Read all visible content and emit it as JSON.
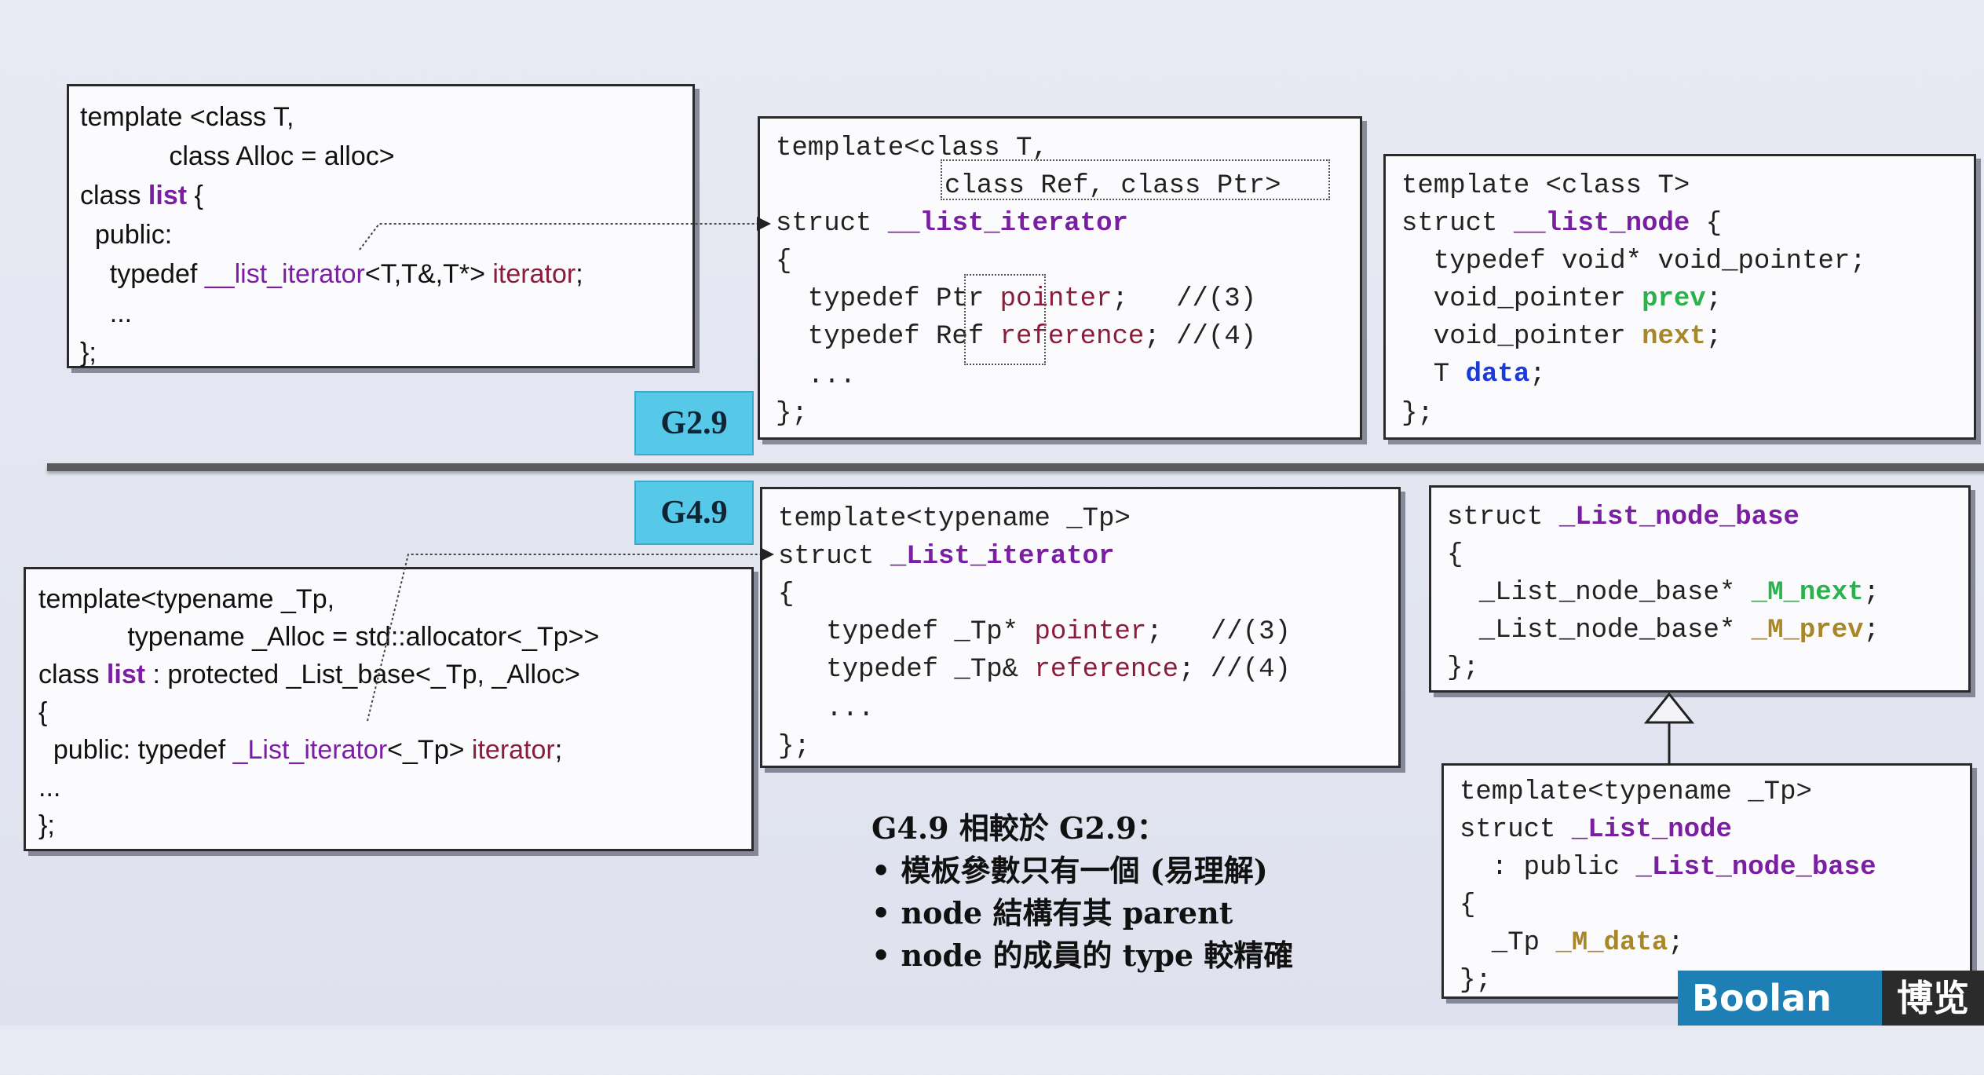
{
  "tags": {
    "g29": "G2.9",
    "g49": "G4.9"
  },
  "g29_list": [
    "template <class T,",
    "            class Alloc = alloc>",
    "class ",
    "list",
    " {",
    "  public:",
    "    typedef ",
    "__list_iterator",
    "<T,T&,T*> ",
    "iterator",
    ";",
    "    ...",
    "};"
  ],
  "g29_iter": {
    "l1": "template<class T,",
    "l2": "class Ref, class Ptr>",
    "l3a": "struct ",
    "l3b": "__list_iterator",
    "l4": "{",
    "l5a": "  typedef Ptr ",
    "l5b": "pointer",
    "l5c": ";   //(3)",
    "l6a": "  typedef Ref ",
    "l6b": "reference",
    "l6c": "; //(4)",
    "l7": "  ...",
    "l8": "};"
  },
  "g29_node": {
    "l1": "template <class T>",
    "l2a": "struct ",
    "l2b": "__list_node",
    "l2c": " {",
    "l3": "  typedef void* void_pointer;",
    "l4a": "  void_pointer ",
    "l4b": "prev",
    "l4c": ";",
    "l5a": "  void_pointer ",
    "l5b": "next",
    "l5c": ";",
    "l6a": "  T ",
    "l6b": "data",
    "l6c": ";",
    "l7": "};"
  },
  "g49_list": {
    "l1": "template<typename _Tp,",
    "l2": "            typename _Alloc = std::allocator<_Tp>>",
    "l3a": "class ",
    "l3b": "list",
    "l3c": " : protected _List_base<_Tp, _Alloc>",
    "l4": "{",
    "l5a": "  public: typedef ",
    "l5b": "_List_iterator",
    "l5c": "<_Tp> ",
    "l5d": "iterator",
    "l5e": ";",
    "l6": "...",
    "l7": "};"
  },
  "g49_iter": {
    "l1": "template<typename _Tp>",
    "l2a": "struct ",
    "l2b": "_List_iterator",
    "l3": "{",
    "l4a": "   typedef _Tp* ",
    "l4b": "pointer",
    "l4c": ";   //(3)",
    "l5a": "   typedef _Tp& ",
    "l5b": "reference",
    "l5c": "; //(4)",
    "l6": "   ...",
    "l7": "};"
  },
  "g49_base": {
    "l1a": "struct ",
    "l1b": "_List_node_base",
    "l2": "{",
    "l3a": "  _List_node_base* ",
    "l3b": "_M_next",
    "l3c": ";",
    "l4a": "  _List_node_base* ",
    "l4b": "_M_prev",
    "l4c": ";",
    "l5": "};"
  },
  "g49_node": {
    "l1": "template<typename _Tp>",
    "l2a": "struct ",
    "l2b": "_List_node",
    "l3a": "  : public ",
    "l3b": "_List_node_base",
    "l4": "{",
    "l5a": "  _Tp ",
    "l5b": "_M_data",
    "l5c": ";",
    "l6": "};"
  },
  "notes": [
    "G4.9 相較於 G2.9：",
    "• 模板參數只有一個 (易理解)",
    "• node 結構有其 parent",
    "• node 的成員的 type 較精確"
  ],
  "logo": {
    "brand": "Boolan",
    "cn": "博览"
  }
}
